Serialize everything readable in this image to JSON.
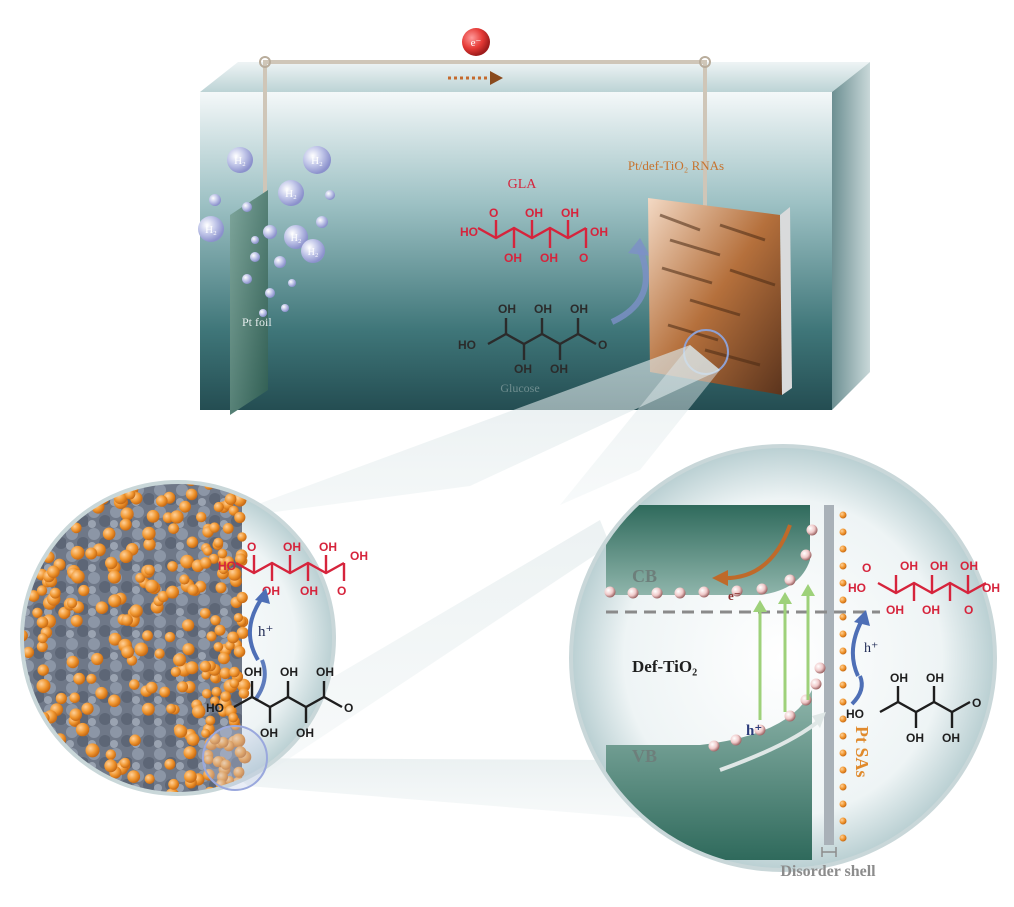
{
  "labels": {
    "electron": "e⁻",
    "h2": "H₂",
    "pt_foil": "Pt foil",
    "gla": "GLA",
    "catalyst": "Pt/def-TiO₂ RNAs",
    "glucose": "Glucose",
    "hole_left": "h⁺",
    "hole_right": "h⁺",
    "cb": "CB",
    "vb": "VB",
    "def_tio2": "Def-TiO₂",
    "e_band": "e⁻",
    "h_band": "h⁺",
    "pt_sas": "Pt SAs",
    "disorder_shell": "Disorder shell"
  },
  "chem": {
    "oh": "OH",
    "ho": "HO",
    "o": "O",
    "hoo": "HO"
  },
  "colors": {
    "gla": "#d6243c",
    "catalyst": "#c7732e",
    "orange_sphere": "#f0962f",
    "band_green": "#2f6a5c",
    "arrow_blue": "#4e6fb6",
    "arrow_brown": "#bf6a2a",
    "green_arrow": "#9ed17a",
    "tank": "#3f6f72"
  },
  "icons": [
    "electron-particle-icon",
    "h2-bubble-icon",
    "circle-arrow-icon",
    "magnifier-circle-icon"
  ]
}
